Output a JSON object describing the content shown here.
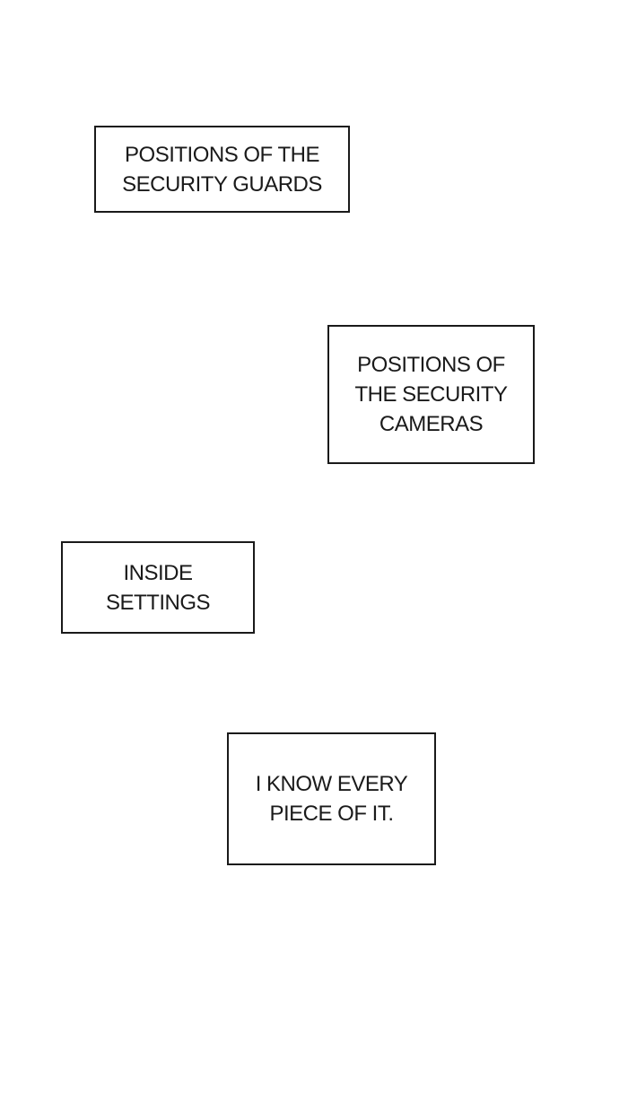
{
  "page": {
    "background_color": "#ffffff",
    "border_color": "#1a1a1a",
    "text_color": "#1a1a1a"
  },
  "captions": [
    {
      "text": "POSITIONS OF THE SECURITY GUARDS",
      "lines": [
        "POSITIONS OF THE",
        "SECURITY GUARDS"
      ]
    },
    {
      "text": "POSITIONS OF THE SECURITY CAMERAS",
      "lines": [
        "POSITIONS OF",
        "THE SECURITY",
        "CAMERAS"
      ]
    },
    {
      "text": "INSIDE SETTINGS",
      "lines": [
        "INSIDE",
        "SETTINGS"
      ]
    },
    {
      "text": "I KNOW EVERY PIECE OF IT.",
      "lines": [
        "I KNOW EVERY",
        "PIECE OF IT."
      ]
    }
  ]
}
